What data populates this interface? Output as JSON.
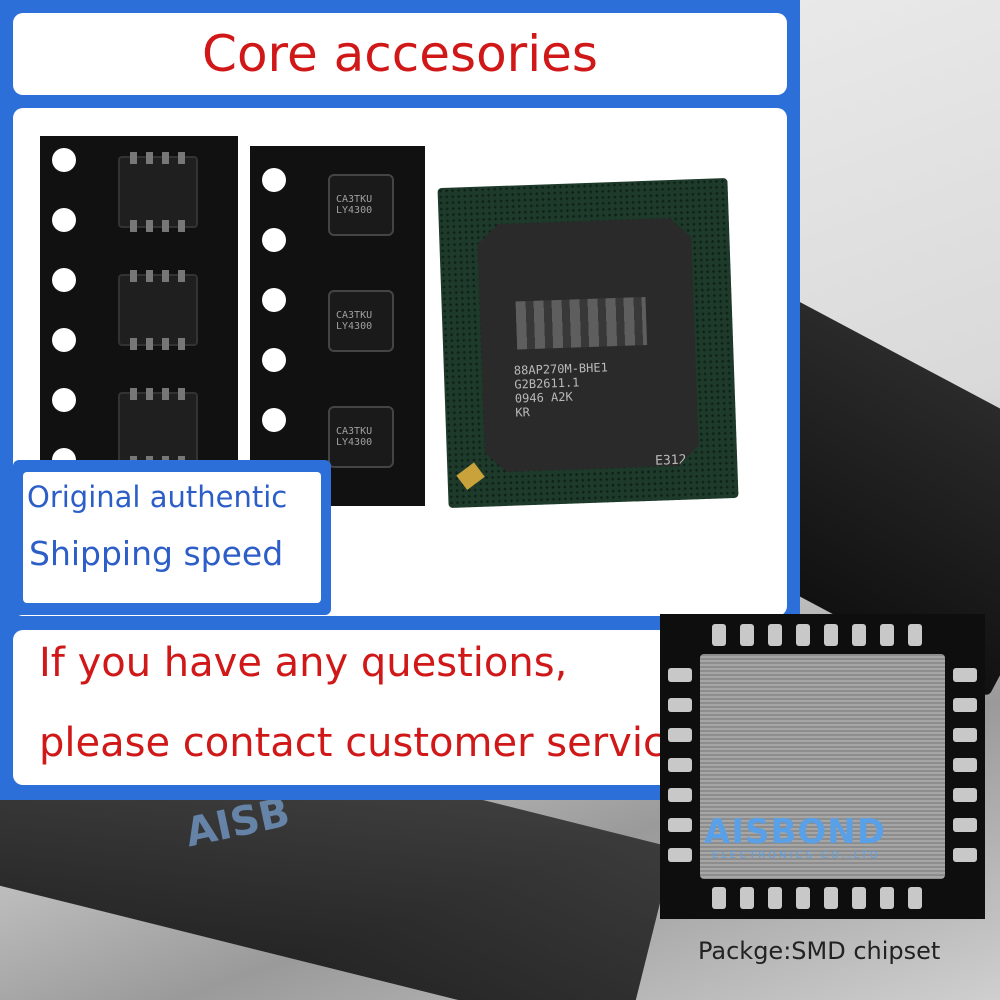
{
  "header": {
    "title": "Core accesories"
  },
  "badge": {
    "line1": "Original authentic",
    "line2": "Shipping speed"
  },
  "contact": {
    "line1": "If you have any questions,",
    "line2": "please contact customer service"
  },
  "chips": {
    "soic_marking": [
      "",
      ""
    ],
    "qfn_small_marking": [
      "CA3TKU",
      "LY4300"
    ],
    "bga_marking": [
      "88AP270M-BHE1",
      "G2B2611.1",
      "0946 A2K",
      "KR"
    ],
    "bga_code": "E312",
    "qfn_big_brand": "AISBOND",
    "qfn_big_brand_sub": "ELECTRONICS CO.,LTD",
    "bg_brand": "AISB"
  },
  "caption": "Packge:SMD chipset",
  "colors": {
    "panel_blue": "#2d6fd8",
    "title_red": "#d01818",
    "badge_text_blue": "#2d5ec8"
  }
}
